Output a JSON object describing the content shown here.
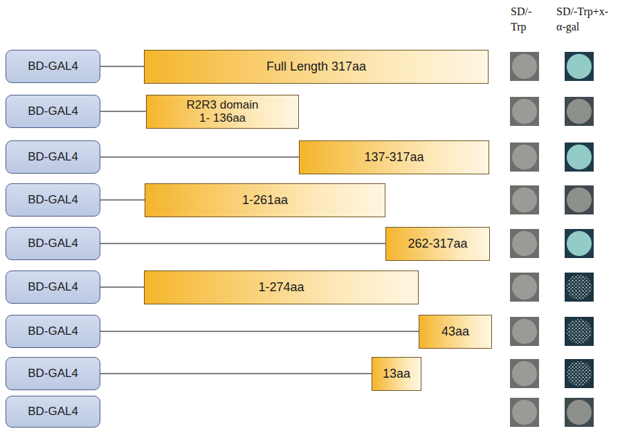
{
  "diagram": {
    "nodes": [
      {
        "text": [
          "BD-GAL4"
        ]
      },
      {
        "text": [
          "Full Length 317aa"
        ]
      },
      {
        "text": [
          "BD-GAL4"
        ]
      },
      {
        "text": [
          "R2R3 domain 1- 136aa"
        ]
      },
      {
        "text": [
          "BD-GAL4"
        ]
      },
      {
        "text": [
          "137-317aa"
        ]
      },
      {
        "text": [
          "BD-GAL4"
        ]
      },
      {
        "text": [
          "1-261aa"
        ]
      },
      {
        "text": [
          "BD-GAL4"
        ]
      },
      {
        "text": [
          "262-317aa"
        ]
      },
      {
        "text": [
          "BD-GAL4"
        ]
      },
      {
        "text": [
          "1-274aa"
        ]
      },
      {
        "text": [
          "BD-GAL4"
        ]
      },
      {
        "text": [
          "43aa"
        ]
      },
      {
        "text": [
          "BD-GAL4"
        ]
      },
      {
        "text": [
          "13aa"
        ]
      },
      {
        "text": [
          "BD-GAL4"
        ]
      }
    ],
    "edges": [
      {
        "from": 0,
        "to": 1,
        "arrow": "none"
      },
      {
        "from": 2,
        "to": 3,
        "arrow": "none"
      },
      {
        "from": 4,
        "to": 5,
        "arrow": "none"
      },
      {
        "from": 6,
        "to": 7,
        "arrow": "none"
      },
      {
        "from": 8,
        "to": 9,
        "arrow": "none"
      },
      {
        "from": 10,
        "to": 11,
        "arrow": "none"
      },
      {
        "from": 12,
        "to": 13,
        "arrow": "none"
      },
      {
        "from": 14,
        "to": 15,
        "arrow": "none"
      }
    ],
    "labels": [
      "SD/- Trp",
      "SD/-Trp+x- α-gal"
    ]
  }
}
